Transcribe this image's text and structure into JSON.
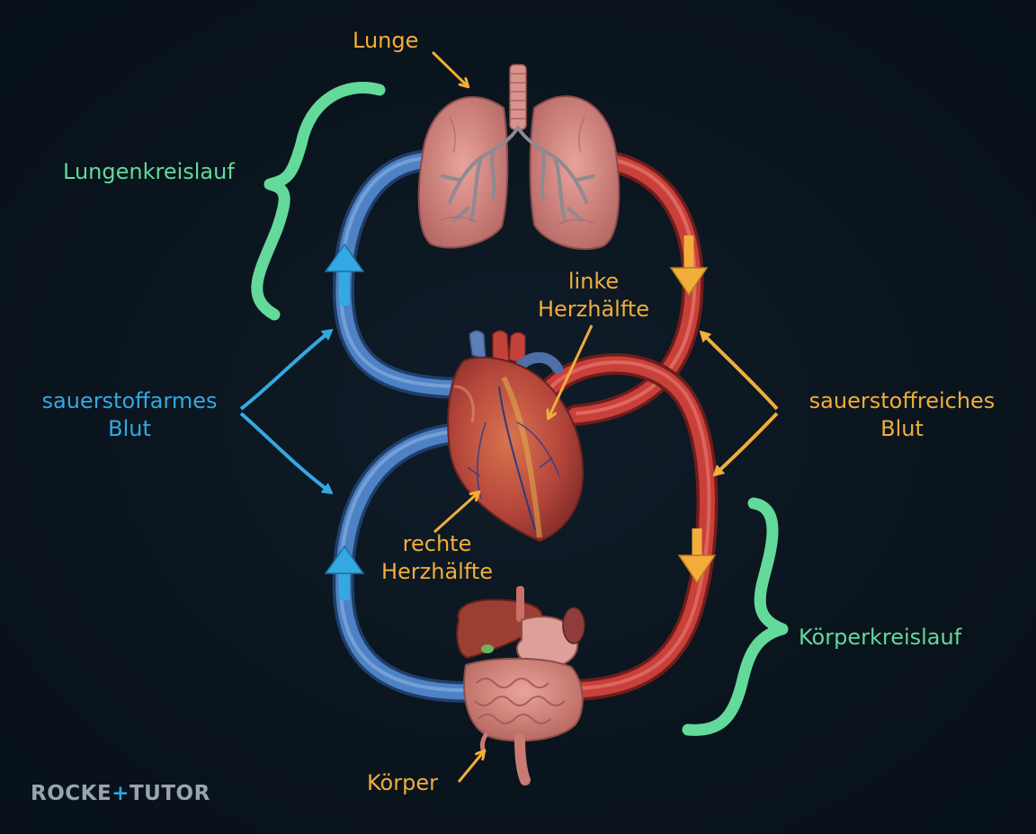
{
  "labels": {
    "lunge": "Lunge",
    "lungenkreislauf": "Lungenkreislauf",
    "linke_1": "linke",
    "linke_2": "Herzhälfte",
    "sauerstoffarm_1": "sauerstoffarmes",
    "sauerstoffarm_2": "Blut",
    "sauerstoffreich_1": "sauerstoffreiches",
    "sauerstoffreich_2": "Blut",
    "rechte_1": "rechte",
    "rechte_2": "Herzhälfte",
    "koerperkreislauf": "Körperkreislauf",
    "koerper": "Körper"
  },
  "logo": {
    "part1": "ROCKE",
    "plus": "+",
    "part2": "TUTOR"
  },
  "colors": {
    "background": "#0a141d",
    "vein_blue": "#3d6fb3",
    "artery_red": "#c53a36",
    "label_orange": "#f2ad3a",
    "label_blue": "#33a9e3",
    "label_green": "#63d99a",
    "organ_pink": "#d98a84",
    "heart_red": "#b8463c"
  },
  "icons": [
    "lung-icon",
    "heart-icon",
    "digestive-organs-icon",
    "trachea-icon"
  ]
}
